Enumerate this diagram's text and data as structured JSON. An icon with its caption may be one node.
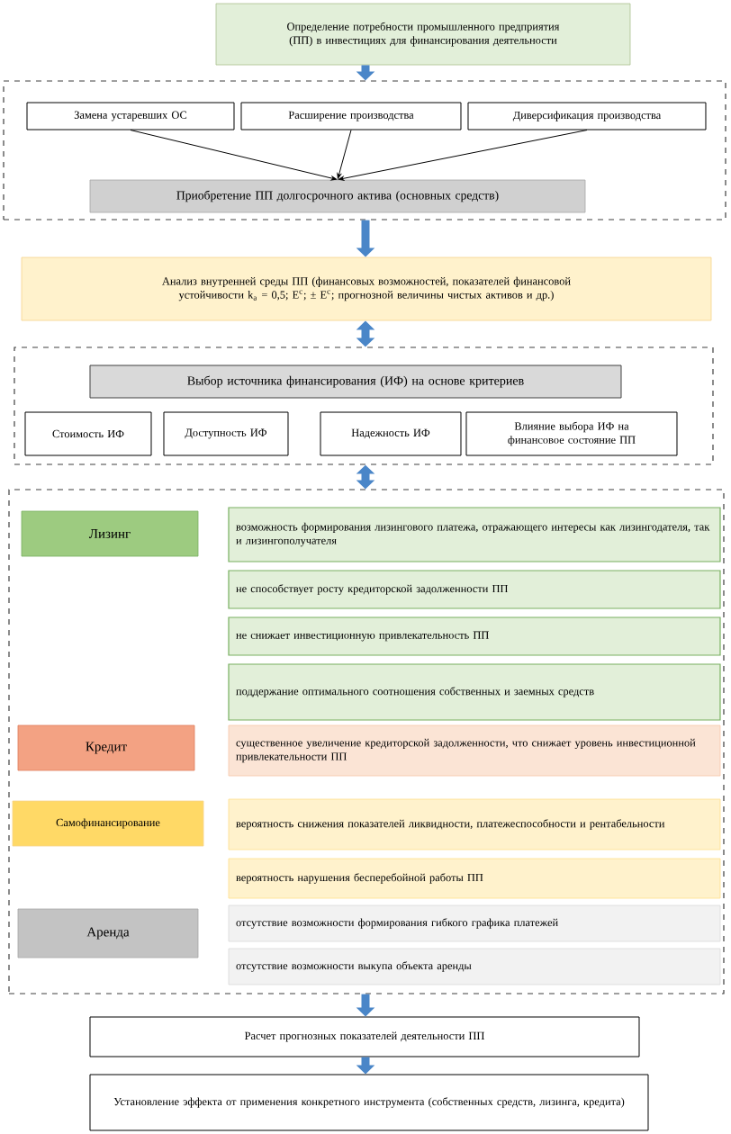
{
  "diagram": {
    "nodes": [
      {
        "text": [
          "Определение потребности промышленного предприятия (ПП) в инвестициях для финансирования деятельности"
        ]
      },
      {
        "text": [],
        "shape": "box"
      },
      {
        "text": [
          "Замена устаревших ОС"
        ],
        "in": 1
      },
      {
        "text": [
          "Расширение производства"
        ],
        "in": 1
      },
      {
        "text": [
          "Диверсификация производства"
        ],
        "in": 1
      },
      {
        "text": [
          "Приобретение ПП долгосрочного актива (основных средств)"
        ],
        "in": 1
      },
      {
        "text": [
          "Анализ внутренней среды ПП (финансовых возможностей, показателей финансовой устойчивости k$_{a}$ = 0,5; E$^{c}$; ± E$^{c}$; прогнозной величины чистых активов и др.)"
        ]
      },
      {
        "text": [],
        "shape": "box"
      },
      {
        "text": [
          "Выбор источника финансирования (ИФ) на основе критериев"
        ],
        "in": 7
      },
      {
        "text": [
          "Стоимость ИФ"
        ],
        "in": 7
      },
      {
        "text": [
          "Доступность ИФ"
        ],
        "in": 7
      },
      {
        "text": [
          "Надежность ИФ"
        ],
        "in": 7
      },
      {
        "text": [
          "Влияние выбора ИФ на финансовое состояние ПП"
        ],
        "in": 7
      },
      {
        "text": [],
        "shape": "box"
      },
      {
        "text": [
          "Лизинг"
        ],
        "in": 13
      },
      {
        "text": [
          "возможность формирования лизингового платежа, отражающего интересы как лизингодателя, так и лизингополучателя"
        ],
        "in": 13
      },
      {
        "text": [
          "не способствует росту кредиторской задолженности ПП"
        ],
        "in": 13
      },
      {
        "text": [
          "не снижает инвестиционную привлекательность ПП"
        ],
        "in": 13
      },
      {
        "text": [
          "поддержание оптимального соотношения собственных и заемных средств"
        ],
        "in": 13
      },
      {
        "text": [
          "Кредит"
        ],
        "in": 13
      },
      {
        "text": [
          "существенное увеличение кредиторской задолженности, что снижает уровень инвестиционной привлекательности ПП"
        ],
        "in": 13
      },
      {
        "text": [
          "Самофинансирование"
        ],
        "in": 13
      },
      {
        "text": [
          "вероятность снижения показателей ликвидности, платежеспособности и рентабельности"
        ],
        "in": 13
      },
      {
        "text": [
          "вероятность нарушения бесперебойной работы ПП"
        ],
        "in": 13
      },
      {
        "text": [
          "Аренда"
        ],
        "in": 13
      },
      {
        "text": [
          "отсутствие возможности формирования гибкого графика платежей"
        ],
        "in": 13
      },
      {
        "text": [
          "отсутствие возможности выкупа объекта аренды"
        ],
        "in": 13
      },
      {
        "text": [
          "Расчет прогнозных показателей деятельности ПП"
        ]
      },
      {
        "text": [
          "Установление эффекта от применения конкретного инструмента (собственных средств, лизинга, кредита)"
        ]
      }
    ],
    "edges": [
      {
        "from": 0,
        "to": 1,
        "arrow": "to"
      },
      {
        "from": 2,
        "to": 5,
        "arrow": "to",
        "color": "#000000"
      },
      {
        "from": 3,
        "to": 5,
        "arrow": "to",
        "color": "#000000"
      },
      {
        "from": 4,
        "to": 5,
        "arrow": "to",
        "color": "#000000"
      },
      {
        "from": 1,
        "to": 6,
        "arrow": "to"
      },
      {
        "from": 6,
        "to": 7,
        "arrow": "both"
      },
      {
        "from": 7,
        "to": 13,
        "arrow": "both"
      },
      {
        "from": 13,
        "to": 27,
        "arrow": "to"
      },
      {
        "from": 27,
        "to": 28,
        "arrow": "to"
      }
    ]
  }
}
